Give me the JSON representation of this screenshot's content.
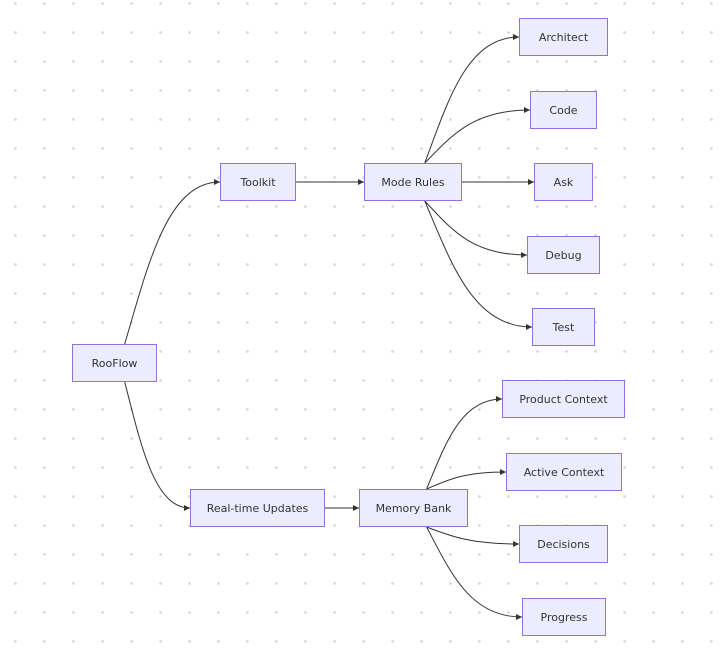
{
  "diagram": {
    "type": "flowchart",
    "direction": "left-to-right",
    "colors": {
      "node_fill": "#ECECFF",
      "node_border": "#9370DB",
      "edge": "#333333",
      "text": "#333333",
      "grid_dot": "#d6d6d6"
    },
    "nodes": {
      "rooflow": "RooFlow",
      "toolkit": "Toolkit",
      "realtime": "Real-time Updates",
      "moderules": "Mode Rules",
      "membank": "Memory Bank",
      "architect": "Architect",
      "code": "Code",
      "ask": "Ask",
      "debug": "Debug",
      "test": "Test",
      "product": "Product Context",
      "active": "Active Context",
      "decisions": "Decisions",
      "progress": "Progress"
    },
    "edges": [
      [
        "rooflow",
        "toolkit"
      ],
      [
        "rooflow",
        "realtime"
      ],
      [
        "toolkit",
        "moderules"
      ],
      [
        "realtime",
        "membank"
      ],
      [
        "moderules",
        "architect"
      ],
      [
        "moderules",
        "code"
      ],
      [
        "moderules",
        "ask"
      ],
      [
        "moderules",
        "debug"
      ],
      [
        "moderules",
        "test"
      ],
      [
        "membank",
        "product"
      ],
      [
        "membank",
        "active"
      ],
      [
        "membank",
        "decisions"
      ],
      [
        "membank",
        "progress"
      ]
    ]
  }
}
